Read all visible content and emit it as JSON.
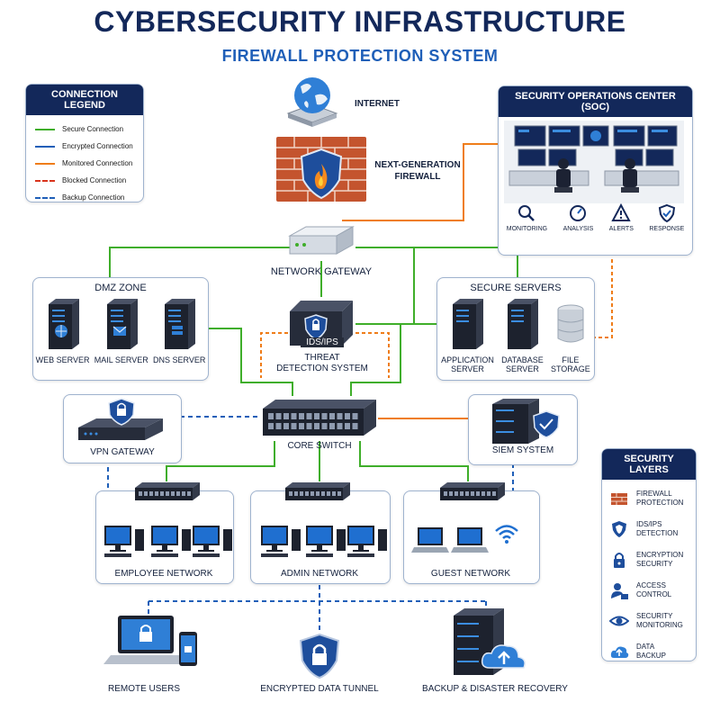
{
  "title": "CYBERSECURITY INFRASTRUCTURE",
  "subtitle": "FIREWALL PROTECTION SYSTEM",
  "legend": {
    "title": "CONNECTION LEGEND",
    "items": [
      {
        "label": "Secure Connection",
        "color": "#3fae2a",
        "style": "solid"
      },
      {
        "label": "Encrypted Connection",
        "color": "#1f5fb8",
        "style": "solid"
      },
      {
        "label": "Monitored Connection",
        "color": "#ef7d1a",
        "style": "solid"
      },
      {
        "label": "Blocked Connection",
        "color": "#d9341c",
        "style": "dashed"
      },
      {
        "label": "Backup Connection",
        "color": "#1f5fb8",
        "style": "dashed"
      }
    ]
  },
  "internet": {
    "label": "INTERNET",
    "icon": "globe-icon"
  },
  "firewall": {
    "label_line1": "NEXT-GENERATION",
    "label_line2": "FIREWALL",
    "icon": "brick-wall-flame-icon"
  },
  "gateway": {
    "label": "NETWORK GATEWAY"
  },
  "soc": {
    "title": "SECURITY OPERATIONS CENTER (SOC)",
    "icons": [
      {
        "label": "MONITORING",
        "icon": "magnifier-icon"
      },
      {
        "label": "ANALYSIS",
        "icon": "gauge-icon"
      },
      {
        "label": "ALERTS",
        "icon": "warning-icon"
      },
      {
        "label": "RESPONSE",
        "icon": "shield-check-icon"
      }
    ]
  },
  "dmz": {
    "title": "DMZ ZONE",
    "servers": [
      {
        "label": "WEB SERVER",
        "icon": "globe-icon"
      },
      {
        "label": "MAIL SERVER",
        "icon": "envelope-icon"
      },
      {
        "label": "DNS SERVER",
        "icon": "server-icon"
      }
    ]
  },
  "ids": {
    "badge": "IDS/IPS",
    "label_line1": "THREAT",
    "label_line2": "DETECTION SYSTEM"
  },
  "secure_servers": {
    "title": "SECURE SERVERS",
    "servers": [
      {
        "line1": "APPLICATION",
        "line2": "SERVER"
      },
      {
        "line1": "DATABASE",
        "line2": "SERVER"
      },
      {
        "line1": "FILE",
        "line2": "STORAGE"
      }
    ]
  },
  "vpn": {
    "label": "VPN GATEWAY"
  },
  "core_switch": {
    "label": "CORE SWITCH"
  },
  "siem": {
    "label": "SIEM SYSTEM"
  },
  "networks": [
    {
      "label": "EMPLOYEE NETWORK"
    },
    {
      "label": "ADMIN NETWORK"
    },
    {
      "label": "GUEST NETWORK"
    }
  ],
  "layers": {
    "title": "SECURITY LAYERS",
    "items": [
      {
        "line1": "FIREWALL",
        "line2": "PROTECTION",
        "icon": "brick-wall-icon"
      },
      {
        "line1": "IDS/IPS",
        "line2": "DETECTION",
        "icon": "shield-icon"
      },
      {
        "line1": "ENCRYPTION",
        "line2": "SECURITY",
        "icon": "padlock-icon"
      },
      {
        "line1": "ACCESS",
        "line2": "CONTROL",
        "icon": "user-lock-icon"
      },
      {
        "line1": "SECURITY",
        "line2": "MONITORING",
        "icon": "eye-icon"
      },
      {
        "line1": "DATA",
        "line2": "BACKUP",
        "icon": "cloud-upload-icon"
      }
    ]
  },
  "bottom": {
    "remote": "REMOTE USERS",
    "tunnel": "ENCRYPTED DATA TUNNEL",
    "backup": "BACKUP & DISASTER RECOVERY"
  },
  "colors": {
    "navy": "#13285a",
    "green": "#3fae2a",
    "blue": "#1f5fb8",
    "orange": "#ef7d1a",
    "red": "#d9341c"
  }
}
